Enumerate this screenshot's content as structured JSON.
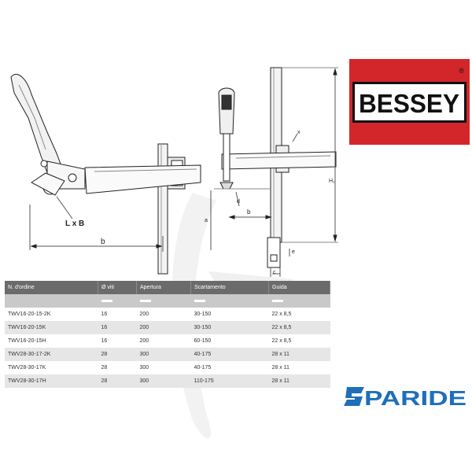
{
  "drawing_labels": {
    "lxb": "L x B",
    "b_left": "b",
    "b_right": "b",
    "a": "a",
    "d": "d",
    "h1": "H₁",
    "e": "e",
    "c": "c",
    "x": "x"
  },
  "brand": {
    "name": "BESSEY",
    "registered": "®",
    "colors": {
      "red": "#d3262b",
      "black": "#111111",
      "white": "#ffffff"
    }
  },
  "dealer": {
    "name": "PARIDE",
    "color": "#1e6fb8"
  },
  "table": {
    "headers": [
      "N. d'ordine",
      "Ø viti",
      "Apertura",
      "Scartamento",
      "Guida"
    ],
    "rows": [
      [
        "TWV16-20-15-2K",
        "16",
        "200",
        "30-150",
        "22 x 8,5"
      ],
      [
        "TWV16-20-15K",
        "16",
        "200",
        "30-150",
        "22 x 8,5"
      ],
      [
        "TWV16-20-15H",
        "16",
        "200",
        "60-150",
        "22 x 8,5"
      ],
      [
        "TWV28-30-17-2K",
        "28",
        "300",
        "40-175",
        "28 x 11"
      ],
      [
        "TWV28-30-17K",
        "28",
        "300",
        "40-175",
        "28 x 11"
      ],
      [
        "TWV28-30-17H",
        "28",
        "300",
        "110-175",
        "28 x 11"
      ]
    ]
  }
}
